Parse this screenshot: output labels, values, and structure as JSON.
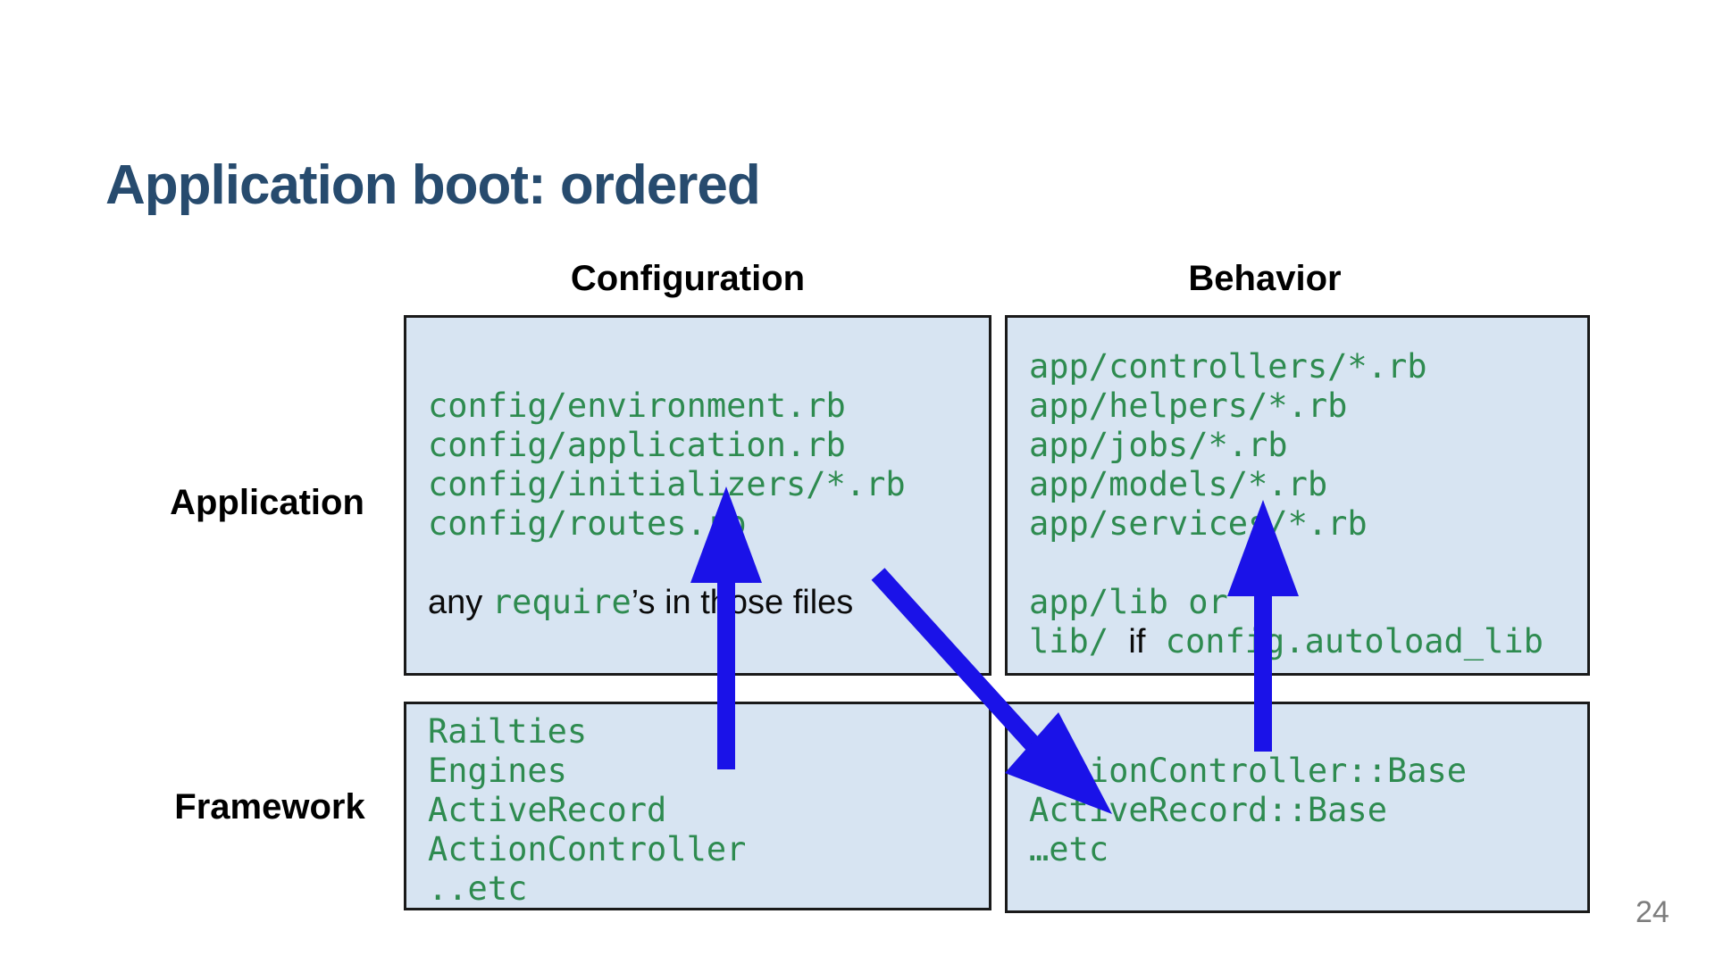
{
  "slide": {
    "title": "Application boot: ordered",
    "page_number": "24"
  },
  "column_headers": [
    {
      "label": "Configuration"
    },
    {
      "label": "Behavior"
    }
  ],
  "row_labels": [
    {
      "label": "Application"
    },
    {
      "label": "Framework"
    }
  ],
  "boxes": {
    "application_configuration": {
      "lines": [
        [
          {
            "t": "config/environment.rb",
            "s": "code"
          }
        ],
        [
          {
            "t": "config/application.rb",
            "s": "code"
          }
        ],
        [
          {
            "t": "config/initializers/*.rb",
            "s": "code"
          }
        ],
        [
          {
            "t": "config/routes.rb",
            "s": "code"
          }
        ],
        [],
        [
          {
            "t": "any ",
            "s": "plain"
          },
          {
            "t": "require",
            "s": "code"
          },
          {
            "t": "’s in those files",
            "s": "plain"
          }
        ]
      ]
    },
    "application_behavior": {
      "lines": [
        [
          {
            "t": "app/controllers/*.rb",
            "s": "code"
          }
        ],
        [
          {
            "t": "app/helpers/*.rb",
            "s": "code"
          }
        ],
        [
          {
            "t": "app/jobs/*.rb",
            "s": "code"
          }
        ],
        [
          {
            "t": "app/models/*.rb",
            "s": "code"
          }
        ],
        [
          {
            "t": "app/services/*.rb",
            "s": "code"
          }
        ],
        [],
        [
          {
            "t": "app/lib ",
            "s": "code"
          },
          {
            "t": "or",
            "s": "code"
          }
        ],
        [
          {
            "t": "lib/ ",
            "s": "code"
          },
          {
            "t": "if",
            "s": "plain"
          },
          {
            "t": " config.autoload_lib",
            "s": "code"
          }
        ]
      ]
    },
    "framework_configuration": {
      "lines": [
        [
          {
            "t": "Railties",
            "s": "code"
          }
        ],
        [
          {
            "t": "Engines",
            "s": "code"
          }
        ],
        [
          {
            "t": "ActiveRecord",
            "s": "code"
          }
        ],
        [
          {
            "t": "ActionController",
            "s": "code"
          }
        ],
        [
          {
            "t": "..etc",
            "s": "code"
          }
        ]
      ]
    },
    "framework_behavior": {
      "lines": [
        [
          {
            "t": "ActionController::Base",
            "s": "code"
          }
        ],
        [
          {
            "t": "ActiveRecord::Base",
            "s": "code"
          }
        ],
        [
          {
            "t": "…etc",
            "s": "code"
          }
        ]
      ]
    }
  },
  "arrows": [
    {
      "name": "framework-config-to-app-config",
      "direction": "up"
    },
    {
      "name": "framework-behavior-to-app-behavior",
      "direction": "up"
    },
    {
      "name": "app-config-to-framework-behavior",
      "direction": "down-right"
    }
  ],
  "colors": {
    "navy": "#274b6e",
    "green": "#2e8b50",
    "box-fill": "#d7e4f2",
    "box-border": "#1a1a1a",
    "arrow": "#1a12e8",
    "gray": "#7d7d7d"
  }
}
